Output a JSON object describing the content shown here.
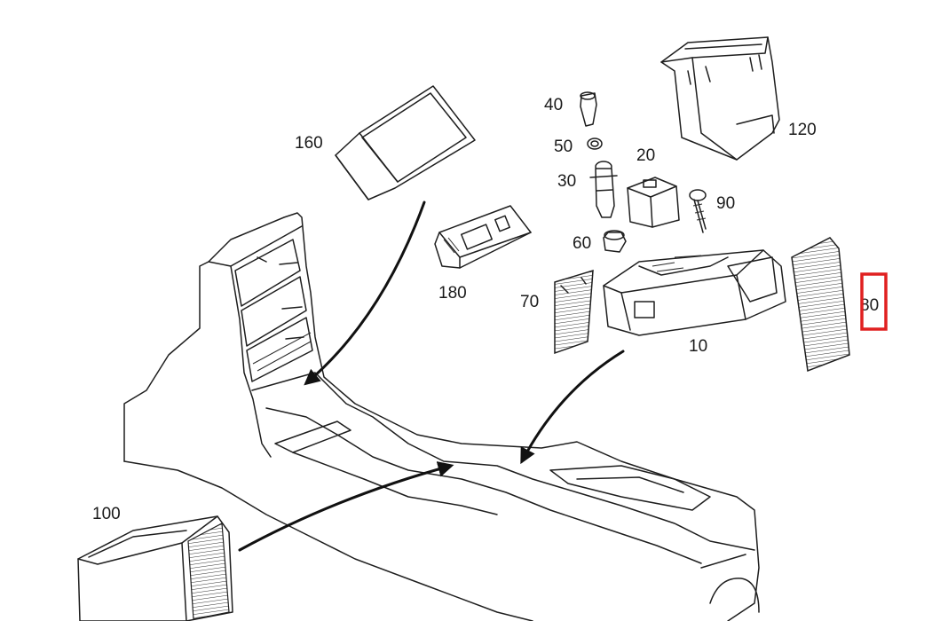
{
  "diagram": {
    "part_labels": [
      "160",
      "40",
      "50",
      "30",
      "20",
      "120",
      "90",
      "60",
      "180",
      "70",
      "10",
      "80",
      "100"
    ],
    "highlighted_label": "80",
    "highlight_color": "#e02020"
  }
}
